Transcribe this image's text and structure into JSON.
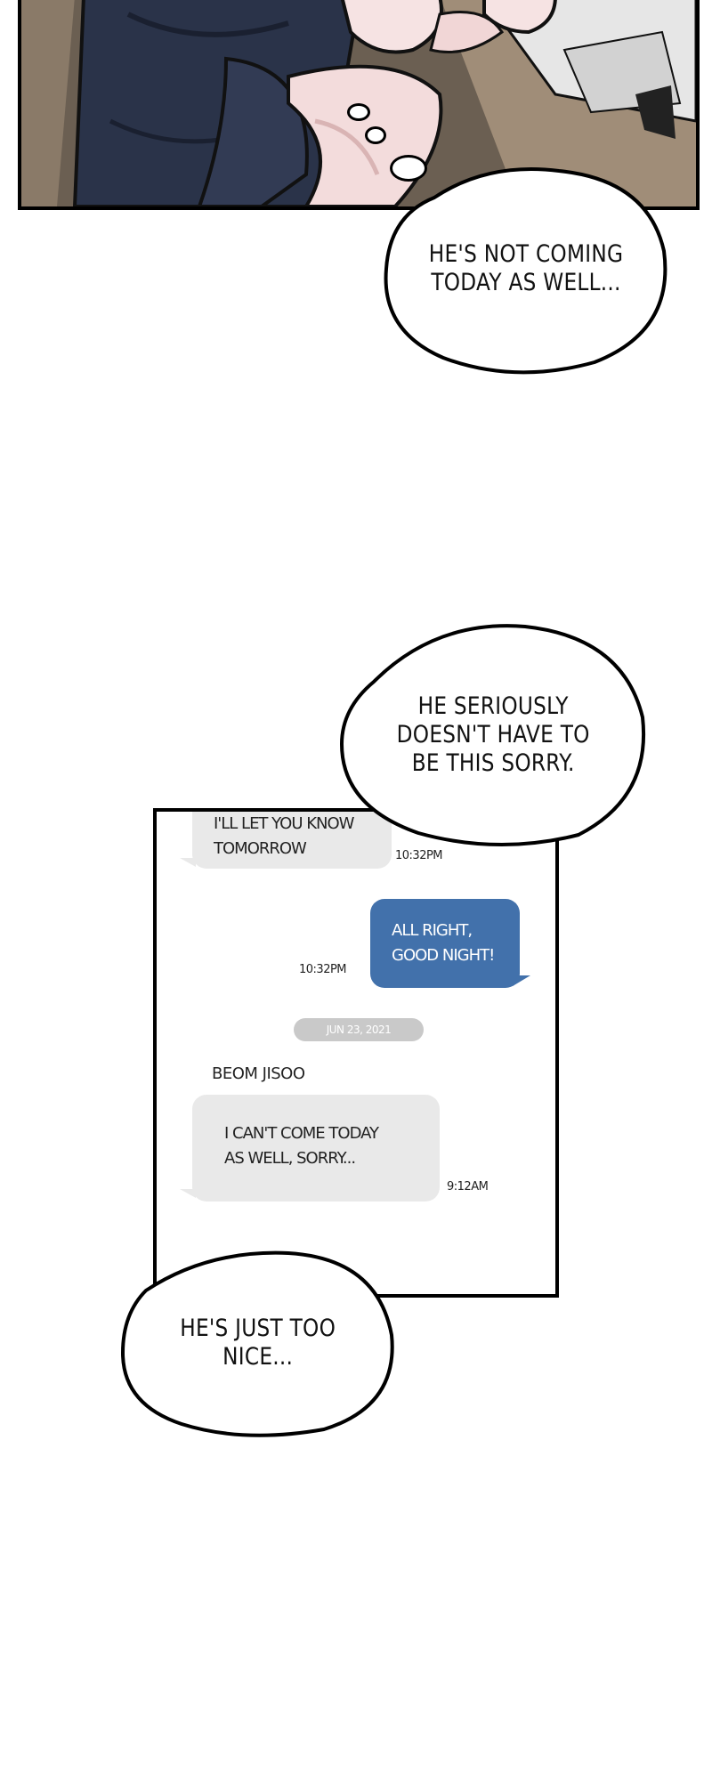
{
  "bubbles": {
    "top": {
      "lines": [
        "HE'S NOT COMING",
        "TODAY AS WELL..."
      ]
    },
    "middle": {
      "lines": [
        "HE SERIOUSLY",
        "DOESN'T HAVE TO",
        "BE THIS SORRY."
      ]
    },
    "bottom": {
      "lines": [
        "HE'S JUST TOO",
        "NICE..."
      ]
    }
  },
  "chat": {
    "messages": [
      {
        "from": "them",
        "lines": [
          "I'LL LET YOU KNOW",
          "TOMORROW"
        ],
        "time": "10:32PM"
      },
      {
        "from": "me",
        "lines": [
          "ALL RIGHT,",
          "GOOD NIGHT!"
        ],
        "time": "10:32PM"
      }
    ],
    "date_separator": "JUN 23, 2021",
    "sender_name": "BEOM JISOO",
    "latest": {
      "from": "them",
      "lines": [
        "I CAN'T COME TODAY",
        "AS WELL, SORRY..."
      ],
      "time": "9:12AM"
    }
  },
  "colors": {
    "outgoing_bubble": "#4271ab",
    "incoming_bubble": "#e9e9e9",
    "date_pill": "#c9c9c9"
  }
}
